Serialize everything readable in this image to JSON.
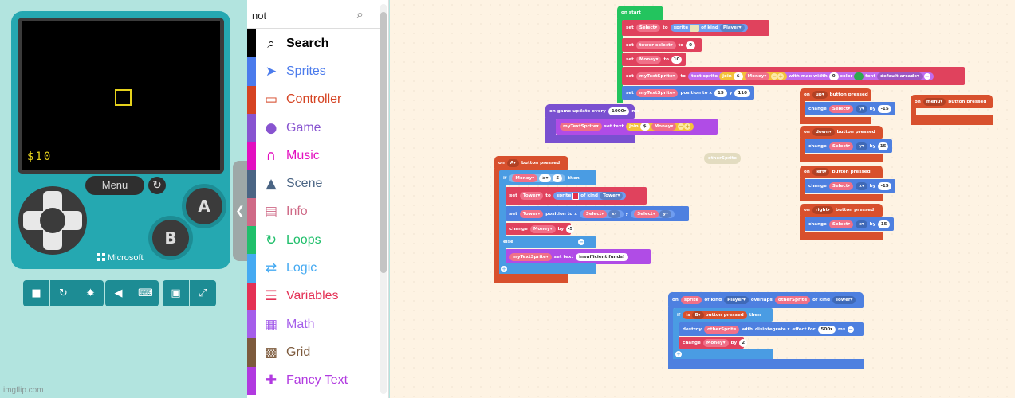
{
  "simulator": {
    "money_display": "$10",
    "menu_label": "Menu",
    "btn_a": "A",
    "btn_b": "B",
    "brand": "Microsoft",
    "watermark": "imgflip.com",
    "toolbar_icons": [
      "stop-icon",
      "restart-icon",
      "debug-icon",
      "sound-icon",
      "keyboard-icon",
      "screenshot-icon",
      "fullscreen-icon"
    ]
  },
  "toolbox": {
    "search_value": "not",
    "categories": [
      {
        "label": "Search",
        "icon": "search-icon",
        "color": "#000000"
      },
      {
        "label": "Sprites",
        "icon": "paper-plane-icon",
        "color": "#4b7bec"
      },
      {
        "label": "Controller",
        "icon": "gamepad-icon",
        "color": "#d54322"
      },
      {
        "label": "Game",
        "icon": "circle-icon",
        "color": "#8854d0"
      },
      {
        "label": "Music",
        "icon": "headphones-icon",
        "color": "#e30fc0"
      },
      {
        "label": "Scene",
        "icon": "tree-icon",
        "color": "#4b6584"
      },
      {
        "label": "Info",
        "icon": "id-card-icon",
        "color": "#cf6a87"
      },
      {
        "label": "Loops",
        "icon": "refresh-icon",
        "color": "#20bf6b"
      },
      {
        "label": "Logic",
        "icon": "shuffle-icon",
        "color": "#45aaf2"
      },
      {
        "label": "Variables",
        "icon": "list-icon",
        "color": "#e43155"
      },
      {
        "label": "Math",
        "icon": "calculator-icon",
        "color": "#a55eea"
      },
      {
        "label": "Grid",
        "icon": "grid-icon",
        "color": "#7d5a3c"
      },
      {
        "label": "Fancy Text",
        "icon": "puzzle-icon",
        "color": "#b13ae0"
      }
    ]
  },
  "blocks": {
    "on_start": {
      "hat": "on start",
      "set1": {
        "set": "set",
        "var": "Select",
        "to": "to",
        "fn": "sprite",
        "of_kind": "of kind",
        "kind": "Player"
      },
      "set2": {
        "set": "set",
        "var": "tower select",
        "to": "to",
        "value": "0"
      },
      "set3": {
        "set": "set",
        "var": "Money",
        "to": "to",
        "value": "10"
      },
      "set4": {
        "set": "set",
        "var": "myTextSprite",
        "to": "to",
        "fn": "text sprite",
        "join": "join",
        "str": "$",
        "money": "Money",
        "maxw": "with max width",
        "maxw_val": "0",
        "color": "color",
        "font": "font",
        "font_val": "default arcade"
      },
      "set5": {
        "set": "set",
        "var": "myTextSprite",
        "pos": "position to x",
        "x": "15",
        "y_label": "y",
        "y": "110"
      }
    },
    "on_update": {
      "hat": "on game update every",
      "ms": "1000",
      "ms_unit": "ms",
      "stmt": {
        "var": "myTextSprite",
        "set_text": "set text",
        "join": "join",
        "str": "$",
        "money": "Money"
      }
    },
    "ghost": "otherSprite",
    "on_a": {
      "hat_on": "on",
      "button": "A",
      "pressed": "button pressed",
      "if_kw": "if",
      "cond_var": "Money",
      "cond_op": "≥",
      "cond_val": "5",
      "then": "then",
      "s1": {
        "set": "set",
        "var": "Tower",
        "to": "to",
        "fn": "sprite",
        "of_kind": "of kind",
        "kind": "Tower"
      },
      "s2": {
        "set": "set",
        "var": "Tower",
        "pos": "position to x",
        "sel": "Select",
        "x": "x",
        "y_label": "y",
        "y": "y"
      },
      "s3": {
        "change": "change",
        "var": "Money",
        "by": "by",
        "value": "-5"
      },
      "else_kw": "else",
      "s4": {
        "var": "myTextSprite",
        "set_text": "set text",
        "value": "insufficient funds!"
      }
    },
    "dir_up": {
      "on": "on",
      "dir": "up",
      "pressed": "button pressed",
      "change": "change",
      "var": "Select",
      "axis": "y",
      "by": "by",
      "value": "-15"
    },
    "dir_down": {
      "on": "on",
      "dir": "down",
      "pressed": "button pressed",
      "change": "change",
      "var": "Select",
      "axis": "y",
      "by": "by",
      "value": "15"
    },
    "dir_left": {
      "on": "on",
      "dir": "left",
      "pressed": "button pressed",
      "change": "change",
      "var": "Select",
      "axis": "x",
      "by": "by",
      "value": "-15"
    },
    "dir_right": {
      "on": "on",
      "dir": "right",
      "pressed": "button pressed",
      "change": "change",
      "var": "Select",
      "axis": "x",
      "by": "by",
      "value": "15"
    },
    "on_menu": {
      "on": "on",
      "btn": "menu",
      "pressed": "button pressed"
    },
    "overlap": {
      "on": "on",
      "sprite": "sprite",
      "of_kind": "of kind",
      "kind1": "Player",
      "overlaps": "overlaps",
      "other": "otherSprite",
      "of_kind2": "of kind",
      "kind2": "Tower",
      "if_kw": "if",
      "is": "is",
      "btn": "B",
      "pressed": "button pressed",
      "then": "then",
      "destroy": "destroy",
      "with": "with",
      "effect_name": "disintegrate",
      "effect": "effect for",
      "effect_ms": "500",
      "ms": "ms",
      "change": "change",
      "var": "Money",
      "by": "by",
      "value": "2"
    }
  }
}
